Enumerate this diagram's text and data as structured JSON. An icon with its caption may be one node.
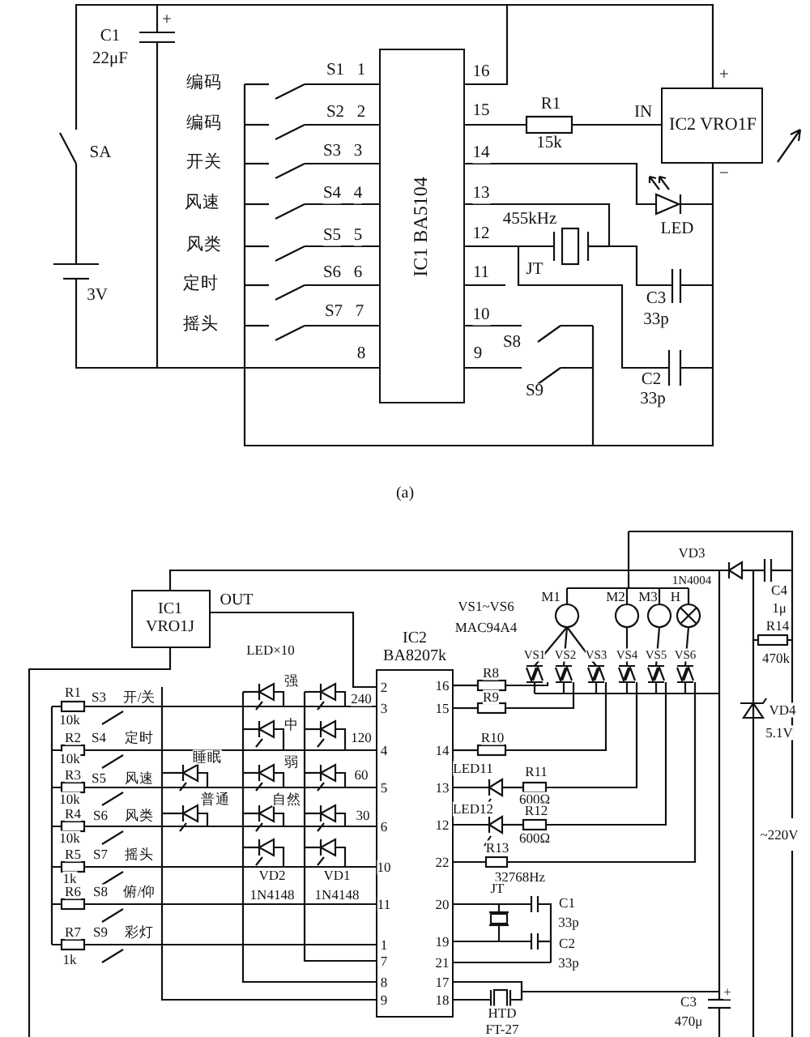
{
  "diagram": {
    "caption": "(a)",
    "nodes": [
      {
        "text": [
          "IC1 BA5104"
        ]
      },
      {
        "text": [
          "IC2 VRO1F"
        ]
      },
      {
        "text": [
          "IC1 VRO1J"
        ]
      },
      {
        "text": [
          "IC2 BA8207k"
        ]
      }
    ],
    "edges": [
      {
        "from": 0,
        "to": 1,
        "arrow": "none"
      },
      {
        "from": 2,
        "to": 3,
        "arrow": "none",
        "label": "OUT"
      }
    ],
    "labels": [
      "+",
      "C1",
      "22μF",
      "SA",
      "3V",
      "编码",
      "S1",
      "1",
      "16",
      "编码",
      "S2",
      "2",
      "15",
      "R1",
      "15k",
      "IN",
      "+",
      "开关",
      "S3",
      "3",
      "14",
      "−",
      "风速",
      "S4",
      "4",
      "13",
      "455kHz",
      "LED",
      "风类",
      "S5",
      "5",
      "12",
      "JT",
      "定时",
      "S6",
      "6",
      "11",
      "C3",
      "摇头",
      "S7",
      "7",
      "10",
      "33p",
      "S8",
      "8",
      "9",
      "C2",
      "33p",
      "S9",
      "VD3",
      "1N4004",
      "M1",
      "M2",
      "M3",
      "H",
      "C4",
      "VS1~VS6",
      "1μ",
      "MAC94A4",
      "R14",
      "LED×10",
      "VS1",
      "VS2",
      "VS3",
      "VS4",
      "VS5",
      "VS6",
      "470k",
      "强",
      "2",
      "16",
      "R8",
      "R1",
      "S3",
      "开/关",
      "240",
      "3",
      "15",
      "R9",
      "VD4",
      "10k",
      "中",
      "R2",
      "S4",
      "定时",
      "120",
      "R10",
      "5.1V",
      "10k",
      "睡眠",
      "弱",
      "4",
      "14",
      "R3",
      "S5",
      "风速",
      "60",
      "LED11",
      "R11",
      "5",
      "13",
      "10k",
      "普通",
      "自然",
      "600Ω",
      "R4",
      "S6",
      "风类",
      "30",
      "LED12",
      "R12",
      "6",
      "12",
      "10k",
      "600Ω",
      "~220V",
      "R5",
      "S7",
      "摇头",
      "R13",
      "10",
      "22",
      "1k",
      "VD2",
      "VD1",
      "32768Hz",
      "R6",
      "S8",
      "俯/仰",
      "1N4148",
      "1N4148",
      "JT",
      "11",
      "20",
      "C1",
      "33p",
      "R7",
      "S9",
      "彩灯",
      "1",
      "19",
      "C2",
      "1k",
      "7",
      "21",
      "33p",
      "8",
      "17",
      "+",
      "9",
      "18",
      "C3",
      "HTD",
      "470μ",
      "FT-27"
    ]
  }
}
